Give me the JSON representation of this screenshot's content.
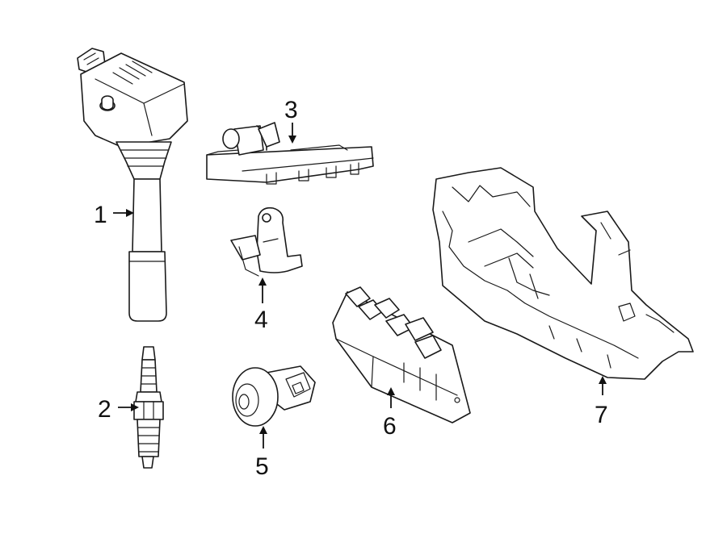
{
  "diagram": {
    "background": "#ffffff",
    "line_color": "#1a1a1a",
    "callouts": [
      {
        "id": "1",
        "label": "1",
        "part": "ignition-coil"
      },
      {
        "id": "2",
        "label": "2",
        "part": "spark-plug"
      },
      {
        "id": "3",
        "label": "3",
        "part": "camshaft-position-sensor"
      },
      {
        "id": "4",
        "label": "4",
        "part": "crankshaft-position-sensor"
      },
      {
        "id": "5",
        "label": "5",
        "part": "knock-sensor"
      },
      {
        "id": "6",
        "label": "6",
        "part": "fuse-relay-box"
      },
      {
        "id": "7",
        "label": "7",
        "part": "fuse-box-bracket"
      }
    ]
  }
}
